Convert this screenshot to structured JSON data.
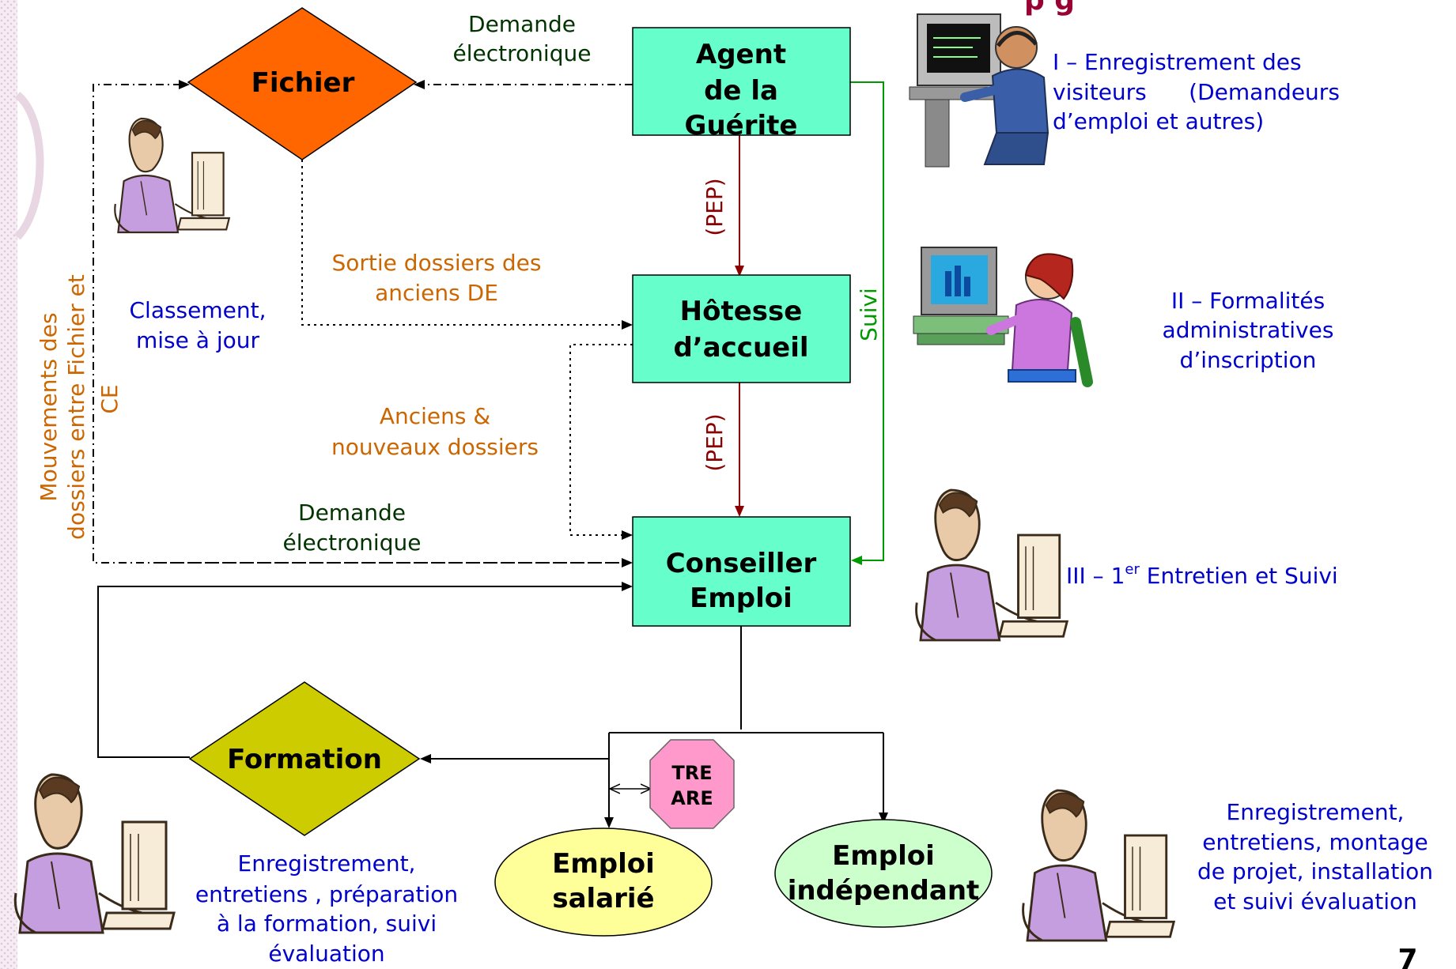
{
  "colors": {
    "box_fill": "#66FFCC",
    "fichier_fill": "#FF6600",
    "formation_fill": "#CCCC00",
    "salarie_fill": "#FFFF99",
    "independant_fill": "#CCFFCC",
    "tre_fill": "#FF99CC",
    "blue_text": "#0000CC",
    "orange_text": "#CC6600",
    "green_text": "#003300",
    "pep_color": "#8B0000",
    "suivi_color": "#009900",
    "title_color": "#990033"
  },
  "title_fragment": "p   g",
  "page_number": "7",
  "nodes": {
    "fichier": "Fichier",
    "agent": [
      "Agent",
      "de la",
      "Guérite"
    ],
    "hotesse": [
      "Hôtesse",
      "d’accueil"
    ],
    "conseiller": [
      "Conseiller",
      "Emploi"
    ],
    "formation": "Formation",
    "tre": [
      "TRE",
      "ARE"
    ],
    "salarie": [
      "Emploi",
      "salarié"
    ],
    "independant": [
      "Emploi",
      "indépendant"
    ]
  },
  "edge_labels": {
    "demande_top": [
      "Demande",
      "électronique"
    ],
    "pep_1": "(PEP)",
    "pep_2": "(PEP)",
    "suivi": "Suivi",
    "sortie": [
      "Sortie dossiers des",
      "anciens DE"
    ],
    "anciens": [
      "Anciens &",
      "nouveaux dossiers"
    ],
    "demande_bottom": [
      "Demande",
      "électronique"
    ],
    "mouvements": [
      "Mouvements des",
      "dossiers entre Fichier et",
      "CE"
    ]
  },
  "descriptions": {
    "classement": [
      "Classement,",
      "mise à jour"
    ],
    "step1": [
      "I – Enregistrement des",
      "visiteurs      (Demandeurs",
      "d’emploi et autres)"
    ],
    "step2": [
      "II – Formalités",
      "administratives",
      "d’inscription"
    ],
    "step3_prefix": "III – 1",
    "step3_sup": "er",
    "step3_suffix": " Entretien et Suivi",
    "formation_desc": [
      "Enregistrement,",
      "entretiens , préparation",
      "à la formation, suivi",
      "évaluation"
    ],
    "independant_desc": [
      "Enregistrement,",
      "entretiens, montage",
      "de projet, installation",
      "et suivi évaluation"
    ]
  },
  "icons": {
    "agent_person": "person-at-computer-headset-icon",
    "hotesse_person": "woman-at-computer-icon",
    "classement_person": "man-at-computer-icon",
    "conseiller_person": "man-at-computer-icon",
    "formation_person": "man-at-computer-icon",
    "independant_person": "man-at-computer-icon"
  }
}
